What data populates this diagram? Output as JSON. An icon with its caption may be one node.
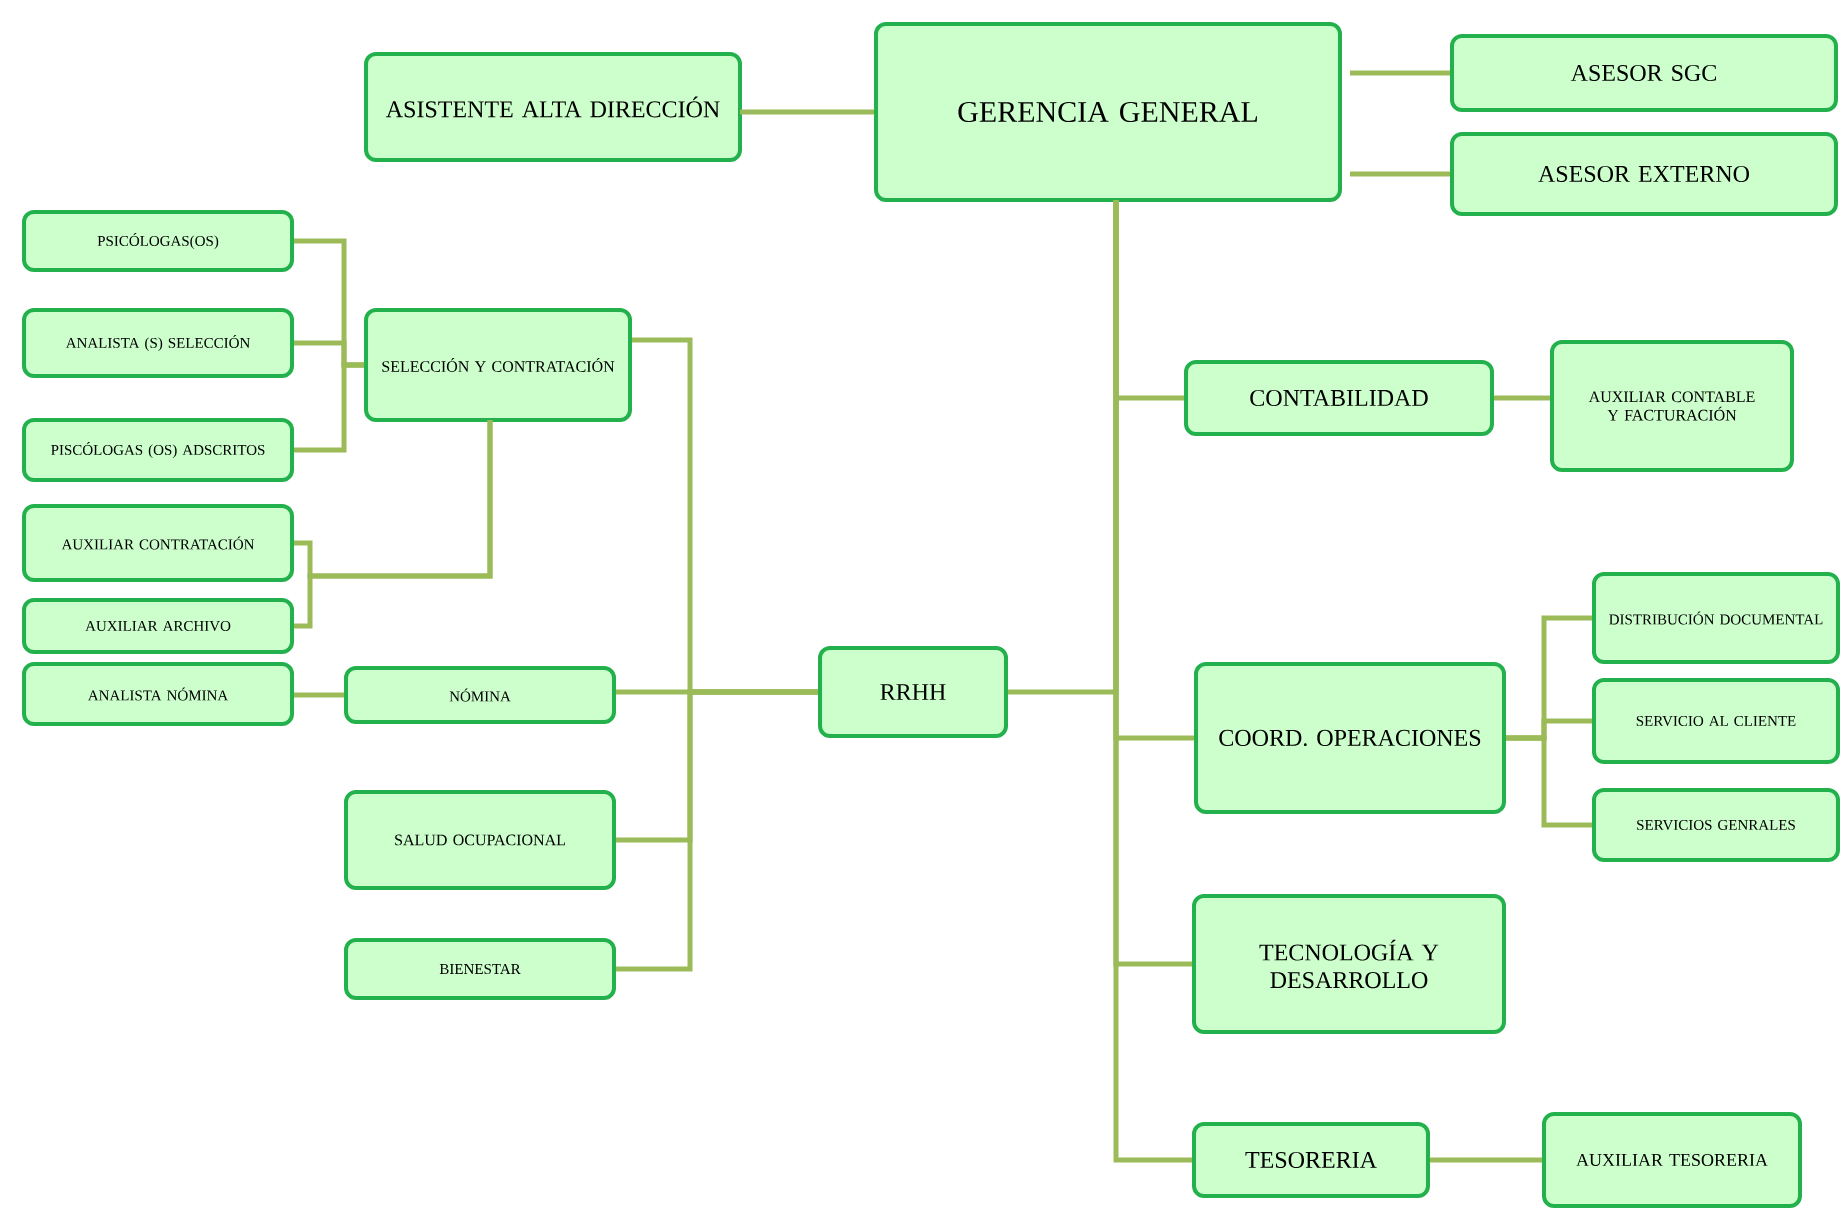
{
  "diagram": {
    "nodes": [
      {
        "text": [
          "GERENCIA GENERAL"
        ]
      },
      {
        "text": [
          "ASISTENTE ALTA DIRECCIÓN"
        ]
      },
      {
        "text": [
          "ASESOR SGC"
        ]
      },
      {
        "text": [
          "ASESOR EXTERNO"
        ]
      },
      {
        "text": [
          "CONTABILIDAD"
        ]
      },
      {
        "text": [
          "AUXILIAR CONTABLE Y FACTURACIÓN"
        ]
      },
      {
        "text": [
          "RRHH"
        ]
      },
      {
        "text": [
          "SELECCIÓN Y CONTRATACIÓN"
        ]
      },
      {
        "text": [
          "PSICÓLOGAS(OS)"
        ]
      },
      {
        "text": [
          "ANALISTA (S) SELECCIÓN"
        ]
      },
      {
        "text": [
          "PISCÓLOGAS (OS) ADSCRITOS"
        ]
      },
      {
        "text": [
          "AUXILIAR CONTRATACIÓN"
        ]
      },
      {
        "text": [
          "AUXILIAR ARCHIVO"
        ]
      },
      {
        "text": [
          "NÓMINA"
        ]
      },
      {
        "text": [
          "ANALISTA NÓMINA"
        ]
      },
      {
        "text": [
          "SALUD OCUPACIONAL"
        ]
      },
      {
        "text": [
          "BIENESTAR"
        ]
      },
      {
        "text": [
          "COORD. OPERACIONES"
        ]
      },
      {
        "text": [
          "DISTRIBUCIÓN DOCUMENTAL"
        ]
      },
      {
        "text": [
          "SERVICIO AL CLIENTE"
        ]
      },
      {
        "text": [
          "SERVICIOS GENRALES"
        ]
      },
      {
        "text": [
          "TECNOLOGÍA Y DESARROLLO"
        ]
      },
      {
        "text": [
          "TESORERIA"
        ]
      },
      {
        "text": [
          "AUXILIAR TESORERIA"
        ]
      }
    ],
    "edges": [
      {
        "from": 0,
        "to": 1,
        "arrow": "none"
      },
      {
        "from": 0,
        "to": 2,
        "arrow": "none"
      },
      {
        "from": 0,
        "to": 3,
        "arrow": "none"
      },
      {
        "from": 0,
        "to": 4,
        "arrow": "none"
      },
      {
        "from": 4,
        "to": 5,
        "arrow": "none"
      },
      {
        "from": 0,
        "to": 6,
        "arrow": "none"
      },
      {
        "from": 6,
        "to": 7,
        "arrow": "none"
      },
      {
        "from": 7,
        "to": 8,
        "arrow": "none"
      },
      {
        "from": 7,
        "to": 9,
        "arrow": "none"
      },
      {
        "from": 7,
        "to": 10,
        "arrow": "none"
      },
      {
        "from": 7,
        "to": 11,
        "arrow": "none"
      },
      {
        "from": 7,
        "to": 12,
        "arrow": "none"
      },
      {
        "from": 6,
        "to": 13,
        "arrow": "none"
      },
      {
        "from": 13,
        "to": 14,
        "arrow": "none"
      },
      {
        "from": 6,
        "to": 15,
        "arrow": "none"
      },
      {
        "from": 6,
        "to": 16,
        "arrow": "none"
      },
      {
        "from": 0,
        "to": 17,
        "arrow": "none"
      },
      {
        "from": 17,
        "to": 18,
        "arrow": "none"
      },
      {
        "from": 17,
        "to": 19,
        "arrow": "none"
      },
      {
        "from": 17,
        "to": 20,
        "arrow": "none"
      },
      {
        "from": 0,
        "to": 21,
        "arrow": "none"
      },
      {
        "from": 0,
        "to": 22,
        "arrow": "none"
      },
      {
        "from": 22,
        "to": 23,
        "arrow": "none"
      }
    ]
  }
}
